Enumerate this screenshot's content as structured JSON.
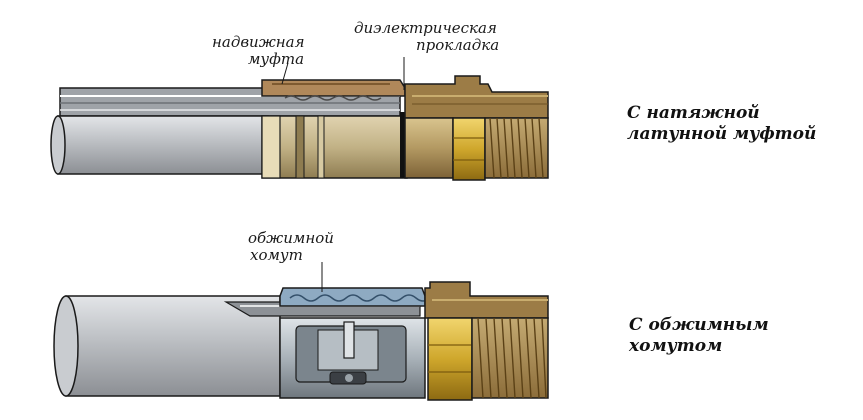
{
  "fittings": [
    {
      "title_lines": [
        "С натяжной",
        "латунной муфтой"
      ],
      "callouts": [
        {
          "lines": [
            "надвижная",
            "муфта"
          ]
        },
        {
          "lines": [
            "диэлектрическая",
            "прокладка"
          ]
        }
      ]
    },
    {
      "title_lines": [
        "С обжимным",
        "хомутом"
      ],
      "callouts": [
        {
          "lines": [
            "обжимной",
            "хомут"
          ]
        }
      ]
    }
  ],
  "colors": {
    "pipe": "#a9acb1",
    "pipe_light": "#d6d8db",
    "pipe_dark": "#7d8085",
    "brass": "#b8a06a",
    "brass_dark": "#7a5a2a",
    "nut_gold": "#c9a32a",
    "sleeve": "#b3a37a",
    "clamp_blue": "#8eaac2",
    "clamp_steel": "#9ea8b0",
    "outline": "#1a1a1a"
  }
}
